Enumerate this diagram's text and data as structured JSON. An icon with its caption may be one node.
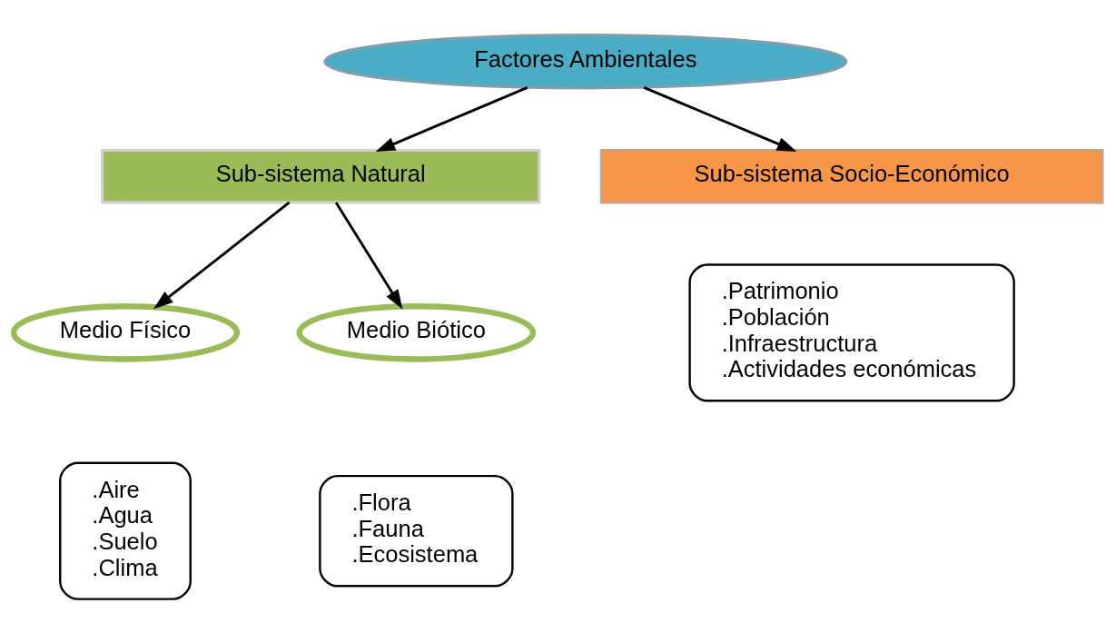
{
  "diagram": {
    "nodes": [
      {
        "text": [
          "Factores Ambientales"
        ]
      },
      {
        "text": [
          "Sub-sistema Natural"
        ]
      },
      {
        "text": [
          "Sub-sistema Socio-Económico"
        ]
      },
      {
        "text": [
          "Medio Físico"
        ]
      },
      {
        "text": [
          "Medio Biótico"
        ]
      },
      {
        "text": [
          ".Aire",
          ".Agua",
          ".Suelo",
          ".Clima"
        ]
      },
      {
        "text": [
          ".Flora",
          ".Fauna",
          ".Ecosistema"
        ]
      },
      {
        "text": [
          ".Patrimonio",
          ".Población",
          ".Infraestructura",
          ".Actividades económicas"
        ]
      }
    ],
    "edges": [
      {
        "from": 0,
        "to": 1,
        "arrow": "to"
      },
      {
        "from": 0,
        "to": 2,
        "arrow": "to"
      },
      {
        "from": 1,
        "to": 3,
        "arrow": "to"
      },
      {
        "from": 1,
        "to": 4,
        "arrow": "to"
      }
    ]
  }
}
